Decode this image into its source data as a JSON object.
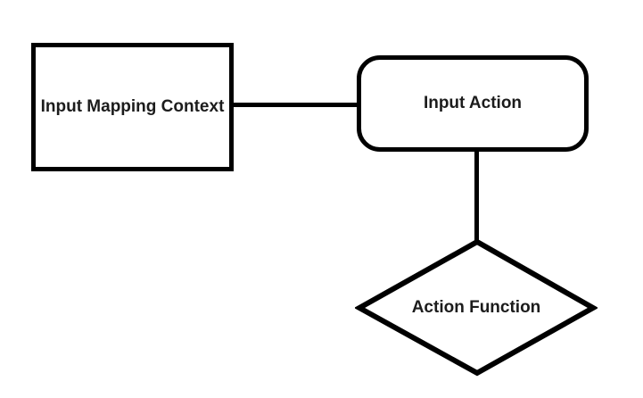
{
  "diagram": {
    "colors": {
      "background": "#ffffff",
      "stroke": "#000000",
      "text": "#1c1c1c"
    },
    "nodes": {
      "input_mapping_context": {
        "label": "Input Mapping Context",
        "shape": "rectangle"
      },
      "input_action": {
        "label": "Input Action",
        "shape": "rounded-rectangle"
      },
      "action_function": {
        "label": "Action Function",
        "shape": "diamond"
      }
    },
    "connectors": [
      {
        "from": "input_mapping_context",
        "to": "input_action",
        "style": "plain-line",
        "orientation": "horizontal"
      },
      {
        "from": "input_action",
        "to": "action_function",
        "style": "plain-line",
        "orientation": "vertical"
      }
    ]
  }
}
